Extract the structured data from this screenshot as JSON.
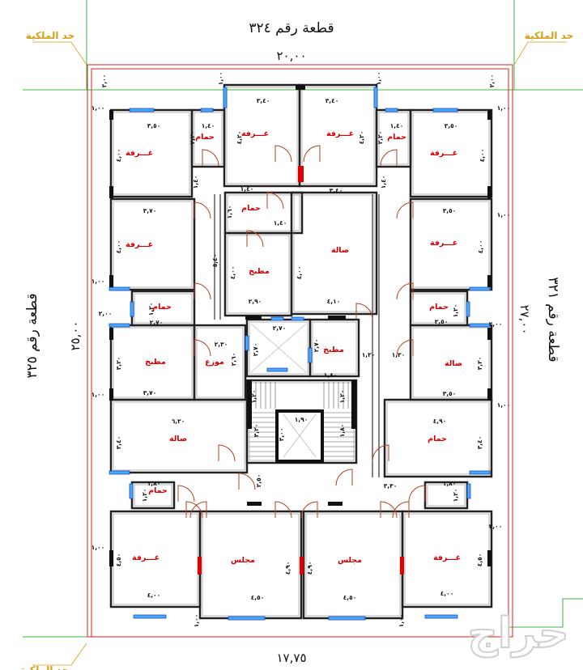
{
  "plots": {
    "top": "قطعة رقم ٣٢٤",
    "left": "قطعة رقم ٣٢٥",
    "right": "قطعة رقم ٣٢١"
  },
  "boundary_label": "حد الملكية",
  "overall_dims": {
    "top": "٢٠,٠٠",
    "left": "٢٥,٠٠",
    "right": "٢٧,٠٠",
    "bottom": "١٧,٧٥"
  },
  "rooms": [
    {
      "label": "غـــرفة"
    },
    {
      "label": "حمام"
    },
    {
      "label": "غـــرفة"
    },
    {
      "label": "غـــرفة"
    },
    {
      "label": "حمام"
    },
    {
      "label": "غـــرفة"
    },
    {
      "label": "غـــرفة"
    },
    {
      "label": "حمام"
    },
    {
      "label": "مطبخ"
    },
    {
      "label": "صالة"
    },
    {
      "label": "غـــرفة"
    },
    {
      "label": "حمام"
    },
    {
      "label": "مطبخ"
    },
    {
      "label": "موزع"
    },
    {
      "label": "حمام"
    },
    {
      "label": "مطبخ"
    },
    {
      "label": "صالة"
    },
    {
      "label": "صالة"
    },
    {
      "label": "حمام"
    },
    {
      "label": "حمام"
    },
    {
      "label": "غـــرفة"
    },
    {
      "label": "مجلس"
    },
    {
      "label": "مجلس"
    },
    {
      "label": "غـــرفة"
    }
  ],
  "dimensions": [
    "٣,٥٠",
    "١,٤٠",
    "٢,٢٠",
    "٤,٢٠",
    "٣,٤٠",
    "٣,٤٠",
    "٤,٢٠",
    "١,٤٠",
    "٢,٢٠",
    "٣,٥٠",
    "٤,٠٠",
    "٤,٠٠",
    "٢,٠٠",
    "١,٠٠",
    "١,٠٠",
    "٢,٠٠",
    "١,٠٠",
    "١,٠٠",
    "١,٤٠",
    "٣,٤٠",
    "١,٤٠",
    "١,٤٠",
    "٣,٧٠",
    "٣,٥٠",
    "٤,٠٠",
    "٤,٠٠",
    "١,٦٠",
    "١,٤٠",
    "٥,٤٠",
    "٤,٠٠",
    "٤,٠٠",
    "١,٠٠",
    "١,٠٠",
    "٢,٩٠",
    "٤,١٠",
    "٢,٠٠",
    "٢,٠٠",
    "٢,٧٠",
    "٢,٥٠",
    "١,٢٠",
    "١,٢٠",
    "٢,٧٠",
    "٢,٣٠",
    "٢,٦٠",
    "٢,٧٠",
    "٢,٧٠",
    "١,٢٠",
    "١,٢٠",
    "١,٨٠",
    "٣,٢٠",
    "٣,٢٠",
    "٣,٧٠",
    "٣,٥٠",
    "١,٠٠",
    "١,٠٠",
    "١,٢٠",
    "١,٢٠",
    "٦,٢٠",
    "٤,٩٠",
    "١,٩٠",
    "٣,٢٠",
    "١,٨٠",
    "٣,٠٠",
    "٣,٤٠",
    "٣,٤٠",
    "٢,٥٠",
    "٣,٣٠",
    "١,٨٠",
    "١,٨٠",
    "١,٢٠",
    "١,٢٠",
    "٢,٠٠",
    "١,٠٠",
    "٤,٥٠",
    "٤,٥٠",
    "٤,٩٠",
    "٤,٩٠",
    "٤,٠٠",
    "٤,٥٠",
    "٤,٥٠",
    "٤,٠٠",
    "١,٠٠",
    "١,٠٠"
  ],
  "watermark": "حراج",
  "colors": {
    "room_label": "#d40000",
    "boundary_label": "#d4a017",
    "property_line": "#3cb43c",
    "setback_line": "#d42020",
    "window": "#2a7fd4"
  }
}
